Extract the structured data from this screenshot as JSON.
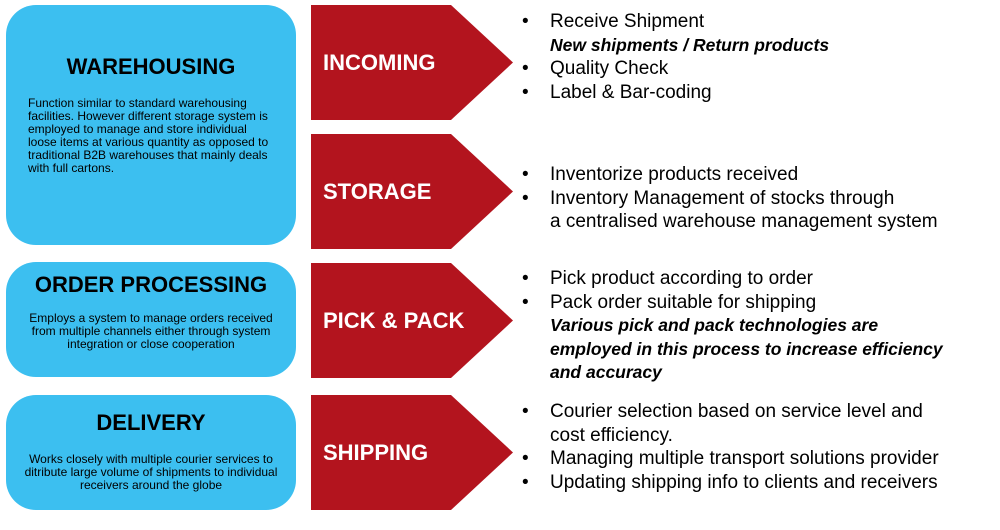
{
  "warehousing": {
    "title": "WAREHOUSING",
    "description": "Function similar to standard warehousing facilities. However different storage system is employed to manage and store individual loose items at various quantity as opposed to traditional B2B warehouses that mainly deals with full cartons."
  },
  "order_processing": {
    "title": "ORDER PROCESSING",
    "description": "Employs a system to manage orders received from multiple channels either through system integration or close cooperation"
  },
  "delivery": {
    "title": "DELIVERY",
    "description": "Works closely with multiple courier services to ditribute large volume of shipments to individual receivers around the globe"
  },
  "colors": {
    "box": "#3cbff0",
    "arrow": "#b3141e"
  },
  "stages": [
    {
      "label": "INCOMING",
      "lines": [
        {
          "bullet": "•",
          "text": "Receive Shipment"
        },
        {
          "bullet": "",
          "text": "New shipments / Return products"
        },
        {
          "bullet": "•",
          "text": "Quality Check"
        },
        {
          "bullet": "•",
          "text": "Label & Bar-coding"
        }
      ]
    },
    {
      "label": "STORAGE",
      "lines": [
        {
          "bullet": "•",
          "text": "Inventorize products received"
        },
        {
          "bullet": "•",
          "text": "Inventory Management of stocks through"
        },
        {
          "bullet": "",
          "text": "a centralised warehouse management system"
        }
      ]
    },
    {
      "label": "PICK & PACK",
      "lines": [
        {
          "bullet": "•",
          "text": "Pick product according to order"
        },
        {
          "bullet": "•",
          "text": "Pack order suitable for shipping"
        },
        {
          "bullet": "",
          "text": "Various pick and pack technologies are"
        },
        {
          "bullet": "",
          "text": "employed in this process to increase efficiency"
        },
        {
          "bullet": "",
          "text": "and accuracy"
        }
      ]
    },
    {
      "label": "SHIPPING",
      "lines": [
        {
          "bullet": "•",
          "text": "Courier selection based on service level and"
        },
        {
          "bullet": "",
          "text": "cost efficiency."
        },
        {
          "bullet": "•",
          "text": "Managing multiple transport solutions provider"
        },
        {
          "bullet": "•",
          "text": "Updating shipping info to clients and receivers"
        }
      ]
    }
  ]
}
